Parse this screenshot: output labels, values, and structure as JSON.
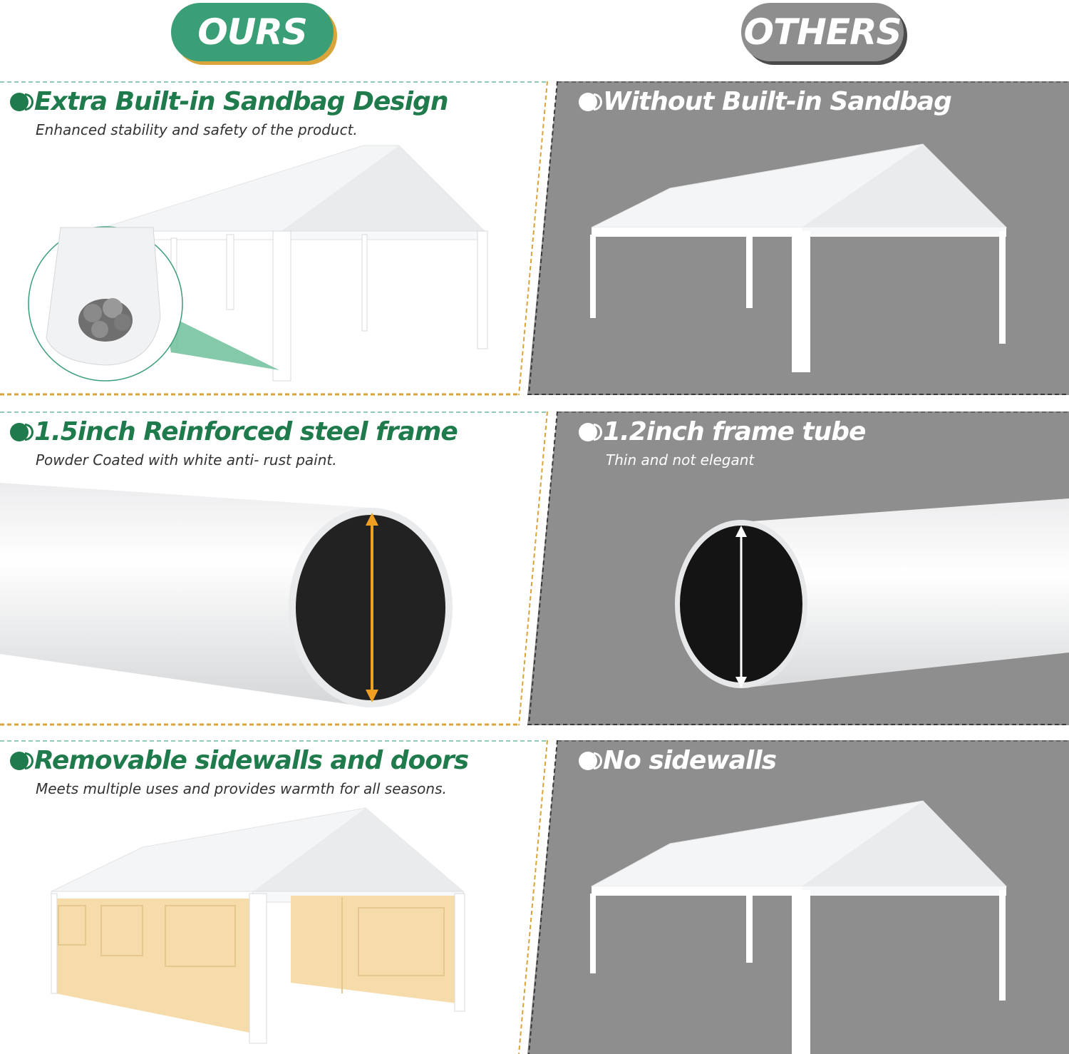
{
  "header": {
    "ours_label": "OURS",
    "others_label": "OTHERS"
  },
  "ours": {
    "features": [
      {
        "title": "Extra Built-in Sandbag Design",
        "subtitle": "Enhanced stability and safety of the product."
      },
      {
        "title": "1.5inch Reinforced steel frame",
        "subtitle": "Powder Coated with white anti- rust paint."
      },
      {
        "title": "Removable sidewalls and doors",
        "subtitle": "Meets multiple uses and provides warmth for all seasons."
      }
    ]
  },
  "others": {
    "features": [
      {
        "title": "Without Built-in Sandbag",
        "subtitle": ""
      },
      {
        "title": "1.2inch frame tube",
        "subtitle": "Thin and not elegant"
      },
      {
        "title": "No sidewalls",
        "subtitle": ""
      }
    ]
  },
  "colors": {
    "brand_green": "#3a9e76",
    "heading_green": "#1f7a4c",
    "accent_orange": "#d9a53a",
    "others_gray": "#8e8e8e",
    "sidewall_beige": "#f6dcaa"
  }
}
